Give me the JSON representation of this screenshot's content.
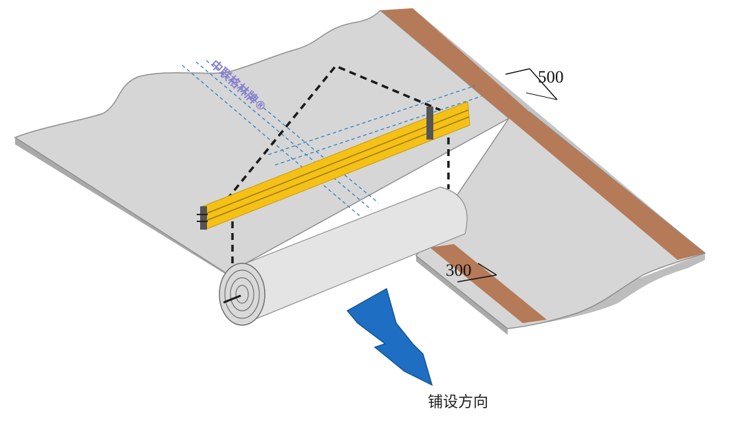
{
  "dimensions": {
    "top_overlap": "500",
    "bottom_overlap": "300"
  },
  "watermark": {
    "brand": "中联格林牌®"
  },
  "direction_label": "铺设方向",
  "colors": {
    "membrane": "#d6d6d6",
    "membrane_edge": "#8f8f8f",
    "overlap_strip": "#b57a58",
    "alignment_bar": "#f5c117",
    "direction_arrow": "#1e6fc4",
    "guide_lines": "#2f7fbf",
    "brand_text": "#8a7fd0"
  }
}
